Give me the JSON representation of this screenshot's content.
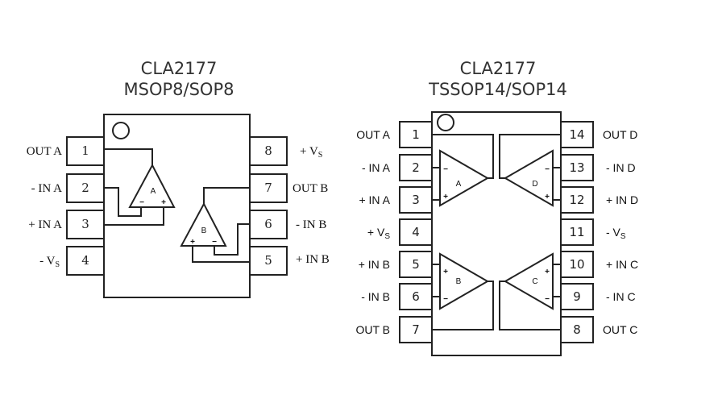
{
  "chip8": {
    "name": "CLA2177",
    "package": "MSOP8/SOP8",
    "pins_left": [
      {
        "num": "1",
        "label": "OUT A"
      },
      {
        "num": "2",
        "label": "- IN A"
      },
      {
        "num": "3",
        "label": "+ IN A"
      },
      {
        "num": "4",
        "label": "- V",
        "sub": "S"
      }
    ],
    "pins_right": [
      {
        "num": "8",
        "label": "+ V",
        "sub": "S"
      },
      {
        "num": "7",
        "label": "OUT B"
      },
      {
        "num": "6",
        "label": "- IN B"
      },
      {
        "num": "5",
        "label": "+ IN B"
      }
    ],
    "amps": [
      {
        "label": "A",
        "plus": "+",
        "minus": "−"
      },
      {
        "label": "B",
        "plus": "+",
        "minus": "−"
      }
    ]
  },
  "chip14": {
    "name": "CLA2177",
    "package": "TSSOP14/SOP14",
    "pins_left": [
      {
        "num": "1",
        "label": "OUT A"
      },
      {
        "num": "2",
        "label": "- IN A"
      },
      {
        "num": "3",
        "label": "+ IN A"
      },
      {
        "num": "4",
        "label": "+ V",
        "sub": "S"
      },
      {
        "num": "5",
        "label": "+ IN B"
      },
      {
        "num": "6",
        "label": "- IN B"
      },
      {
        "num": "7",
        "label": "OUT B"
      }
    ],
    "pins_right": [
      {
        "num": "14",
        "label": "OUT D"
      },
      {
        "num": "13",
        "label": "- IN D"
      },
      {
        "num": "12",
        "label": "+ IN D"
      },
      {
        "num": "11",
        "label": "- V",
        "sub": "S"
      },
      {
        "num": "10",
        "label": "+ IN C"
      },
      {
        "num": "9",
        "label": "- IN C"
      },
      {
        "num": "8",
        "label": "OUT C"
      }
    ],
    "amps": [
      {
        "label": "A",
        "plus": "+",
        "minus": "−"
      },
      {
        "label": "D",
        "plus": "+",
        "minus": "−"
      },
      {
        "label": "B",
        "plus": "+",
        "minus": "−"
      },
      {
        "label": "C",
        "plus": "+",
        "minus": "−"
      }
    ]
  }
}
